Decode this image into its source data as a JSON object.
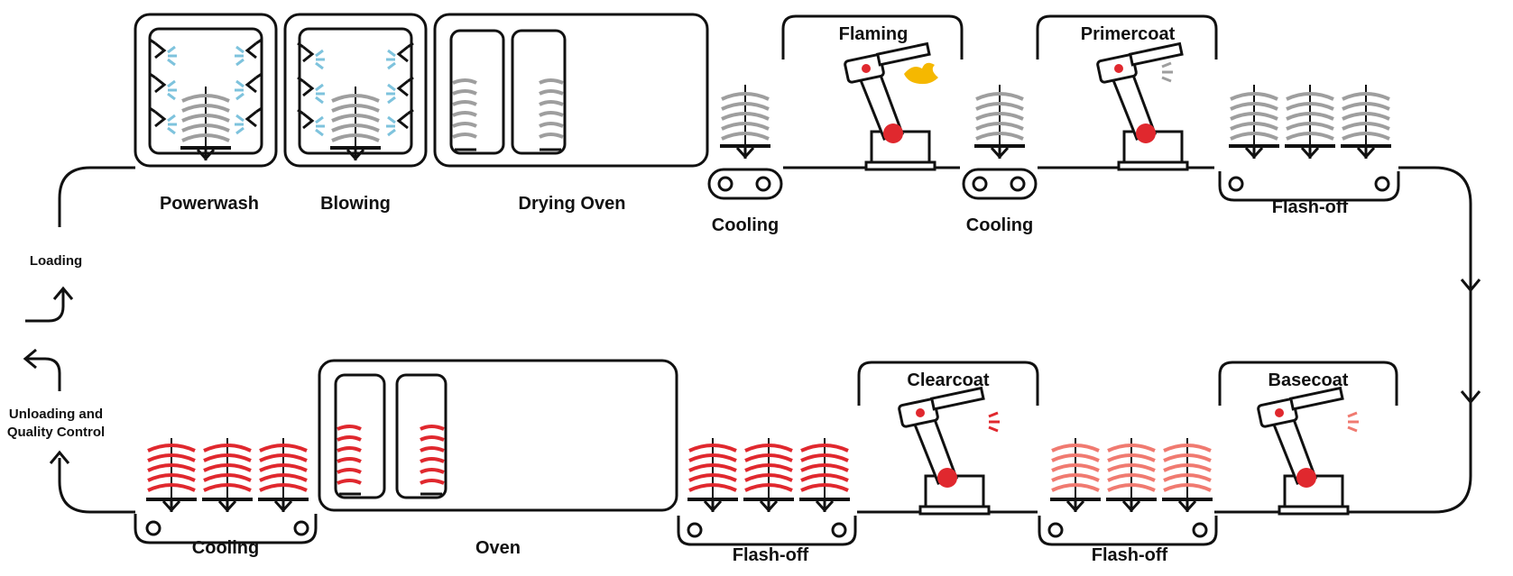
{
  "labels": {
    "powerwash": "Powerwash",
    "blowing": "Blowing",
    "drying_oven": "Drying Oven",
    "cooling_1": "Cooling",
    "flaming": "Flaming",
    "cooling_2": "Cooling",
    "primercoat": "Primercoat",
    "flash_off_top": "Flash-off",
    "basecoat": "Basecoat",
    "flash_off_bottom_right": "Flash-off",
    "clearcoat": "Clearcoat",
    "flash_off_bottom_mid": "Flash-off",
    "oven": "Oven",
    "cooling_bottom": "Cooling",
    "loading": "Loading",
    "unloading_line1": "Unloading and",
    "unloading_line2": "Quality Control"
  },
  "colors": {
    "line": "#111111",
    "unpainted_part": "#9e9e9e",
    "wash_spray": "#7ec3dd",
    "flame": "#f5b800",
    "primer_spray": "#9e9e9e",
    "clear_spray": "#e0282e",
    "base_spray": "#f07a70",
    "basecoat_part": "#f07a70",
    "finished_part": "#e0282e",
    "robot_joint": "#e0282e"
  }
}
